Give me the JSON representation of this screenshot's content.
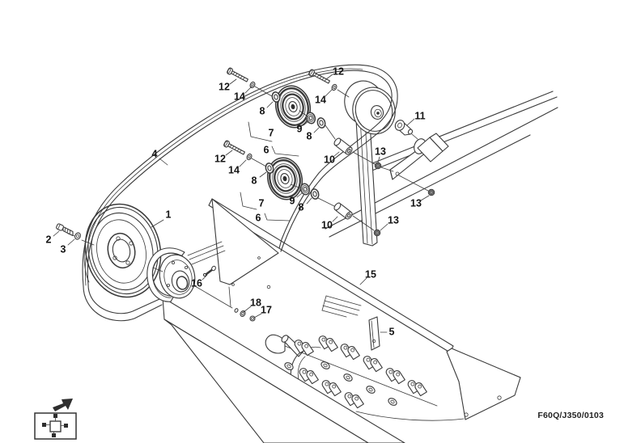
{
  "diagram": {
    "reference_code": "F60Q/J350/0103",
    "callouts": [
      "1",
      "2",
      "3",
      "4",
      "12",
      "14",
      "12",
      "14",
      "12",
      "14",
      "8",
      "7",
      "6",
      "9",
      "8",
      "8",
      "7",
      "6",
      "9",
      "8",
      "10",
      "10",
      "11",
      "13",
      "13",
      "13",
      "15",
      "16",
      "18",
      "17",
      "5"
    ],
    "colors": {
      "line_color": "#3a3a3a",
      "label_color": "#141414",
      "background_color": "#ffffff",
      "icon_color": "#232323"
    },
    "icons": [
      {
        "name": "direction-arrow-icon"
      },
      {
        "name": "machine-orientation-icon"
      }
    ]
  }
}
